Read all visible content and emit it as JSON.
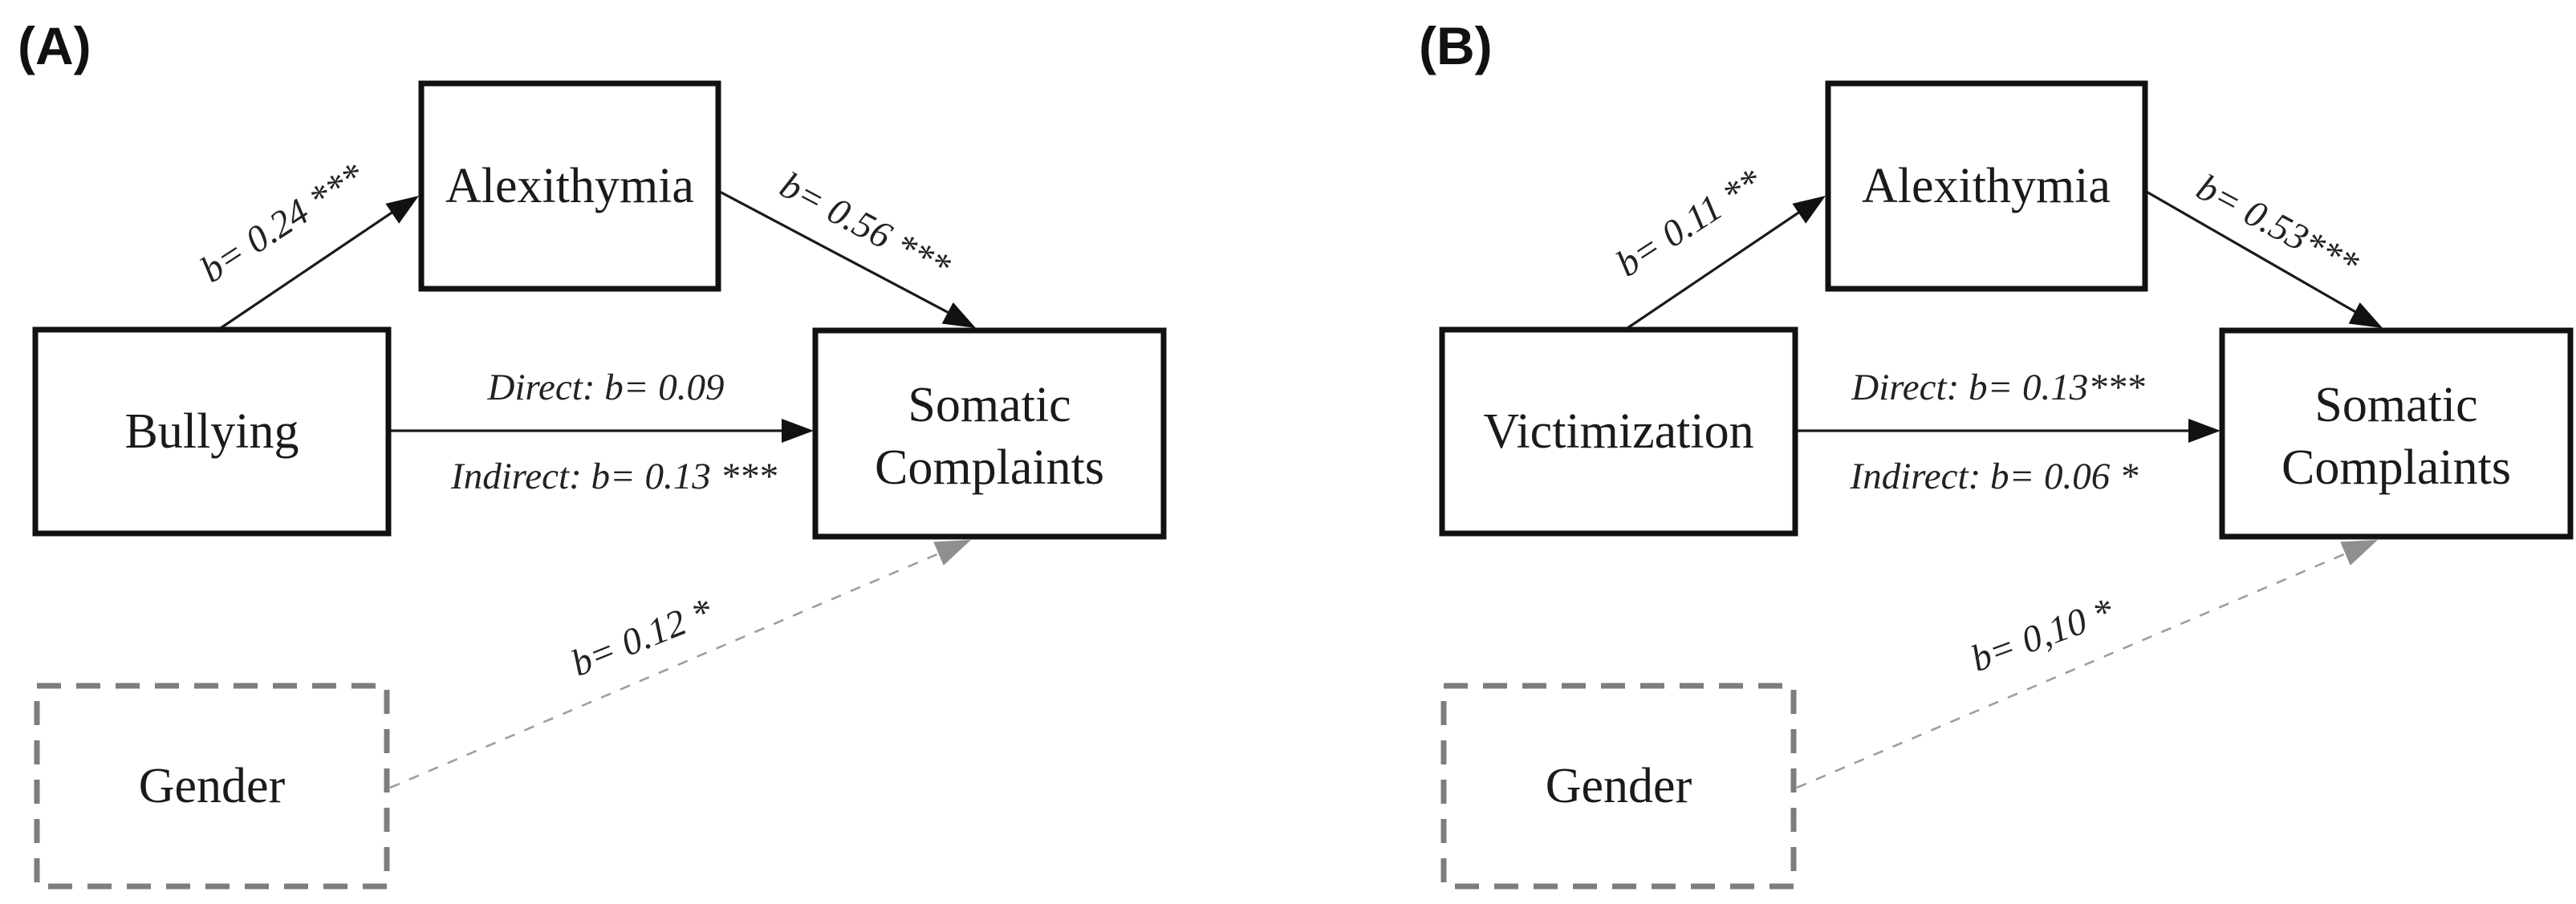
{
  "figure": {
    "description": "Two-panel mediation path diagram",
    "background_color": "#ffffff",
    "box_border_color": "#111111",
    "covariate_border_color": "#7d7d7d",
    "dashed_path_color": "#9e9e9e",
    "text_color": "#1a1a1a"
  },
  "panels": [
    {
      "label": "(A)",
      "predictor": "Bullying",
      "mediator": "Alexithymia",
      "outcome_line1": "Somatic",
      "outcome_line2": "Complaints",
      "covariate": "Gender",
      "path_a_label": "b= 0.24 ***",
      "path_b_label": "b= 0.56 ***",
      "direct_label": "Direct: b= 0.09",
      "indirect_label": "Indirect: b= 0.13 ***",
      "covariate_path_label": "b= 0.12 *"
    },
    {
      "label": "(B)",
      "predictor": "Victimization",
      "mediator": "Alexithymia",
      "outcome_line1": "Somatic",
      "outcome_line2": "Complaints",
      "covariate": "Gender",
      "path_a_label": "b= 0.11 **",
      "path_b_label": "b= 0.53***",
      "direct_label": "Direct: b= 0.13***",
      "indirect_label": "Indirect: b= 0.06 *",
      "covariate_path_label": "b= 0,10 *"
    }
  ]
}
